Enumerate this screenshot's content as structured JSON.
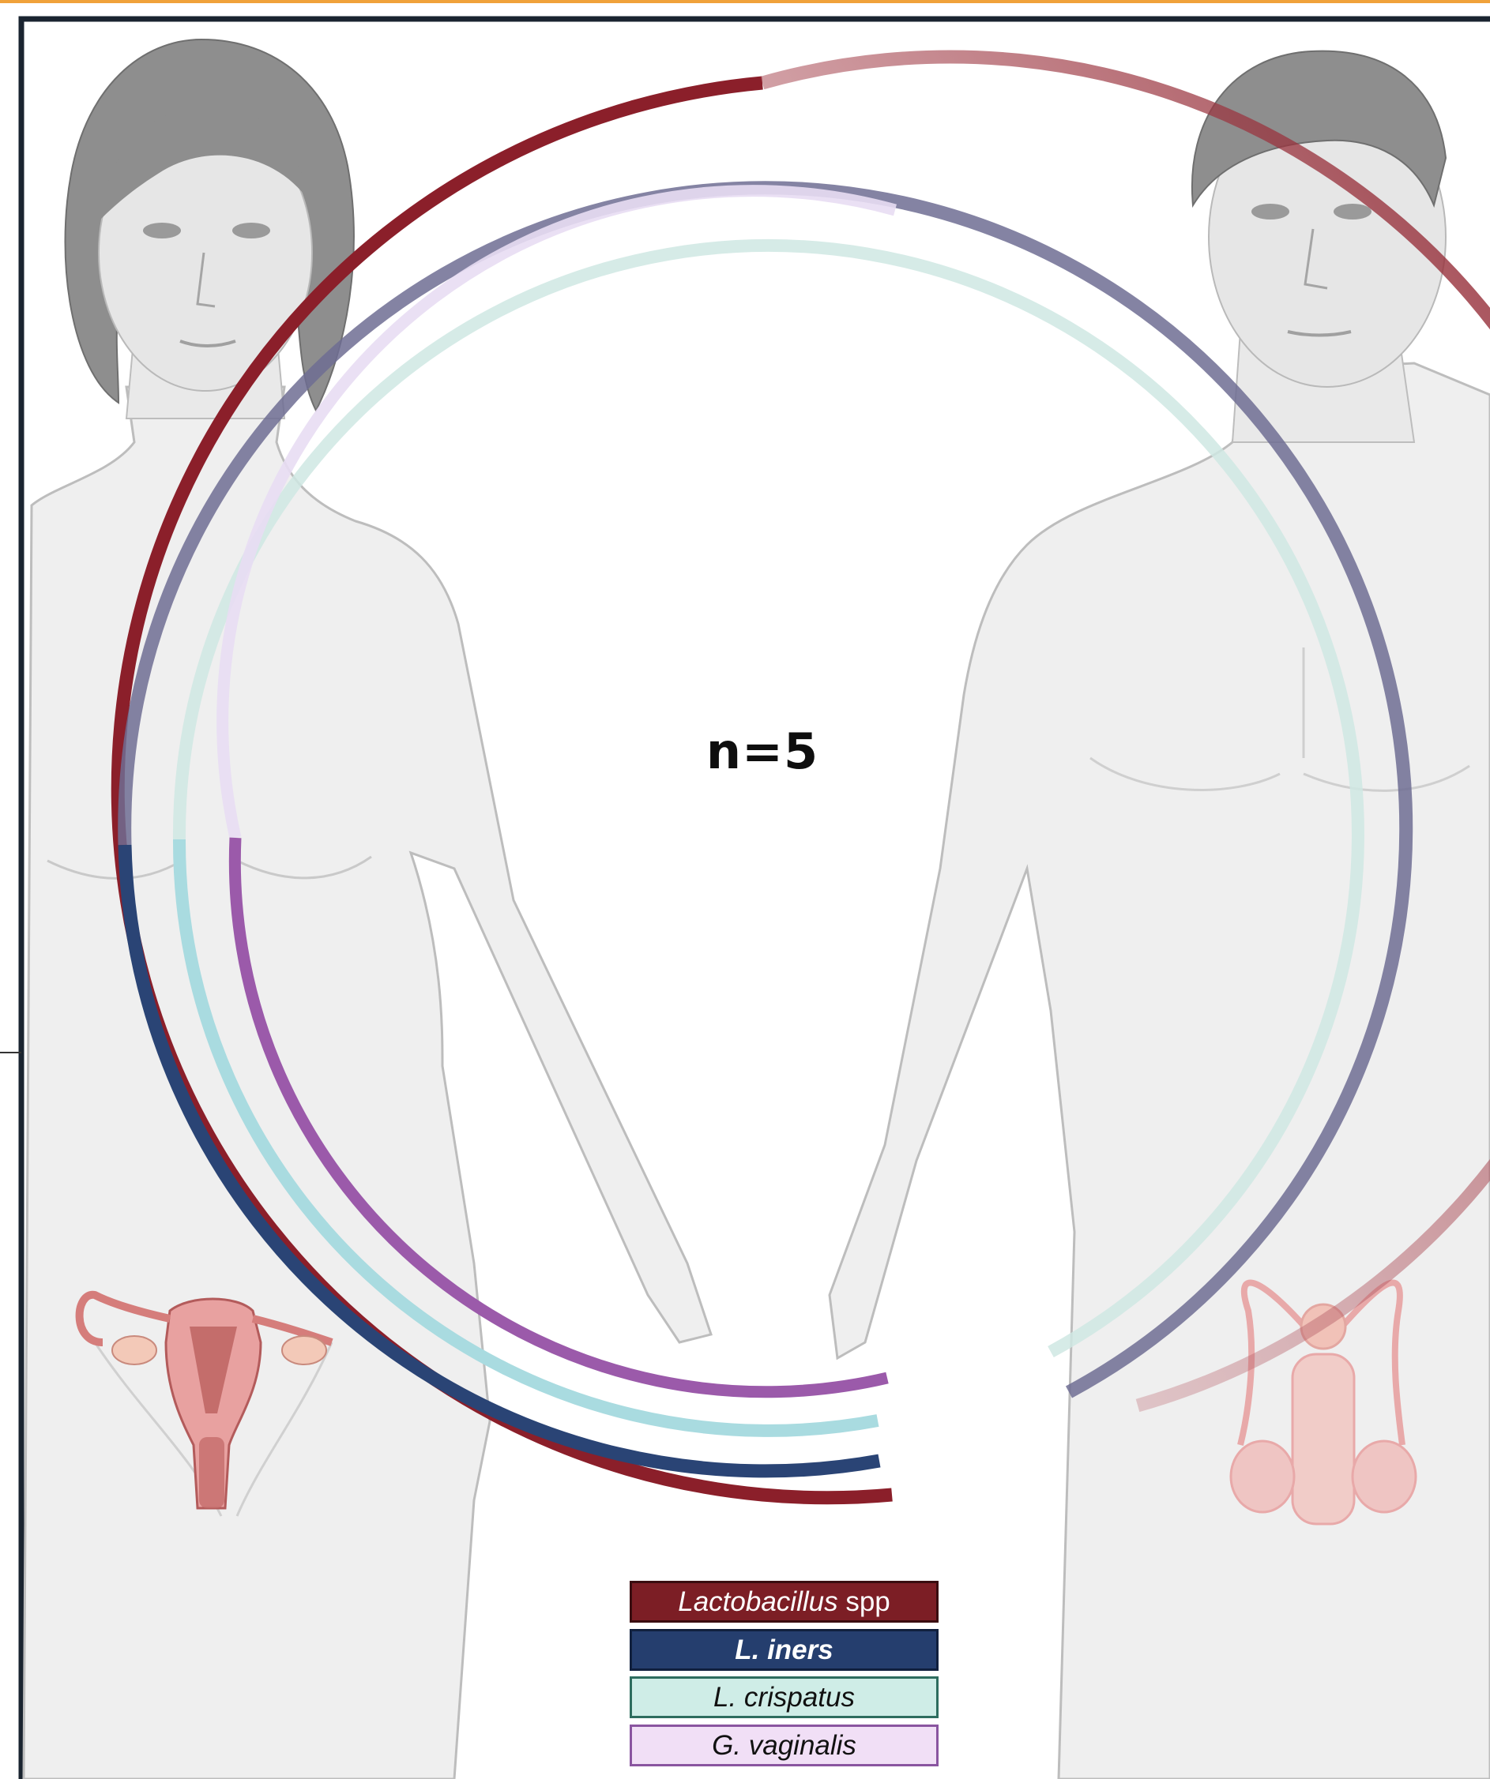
{
  "sample_size_label": "n=5",
  "legend": {
    "lactobacillus": {
      "italic": "Lactobacillus",
      "rest": " spp",
      "color": "#8b1f2a"
    },
    "iners": {
      "italic": "L. iners",
      "color": "#2a4475"
    },
    "crispatus": {
      "italic": "L. crispatus",
      "color": "#a9dbe0"
    },
    "vaginalis": {
      "italic": "G. vaginalis",
      "color": "#9b5aaa"
    }
  },
  "figures": [
    "female-body",
    "male-body",
    "uterus-illustration",
    "male-reproductive-illustration"
  ],
  "colors": {
    "frame": "#1a2430",
    "top_accent": "#f0a23a",
    "body_fill": "#efefef",
    "body_outline": "#bdbdbd",
    "hair": "#8e8e8e",
    "organ_fill": "#e8a1a0"
  }
}
